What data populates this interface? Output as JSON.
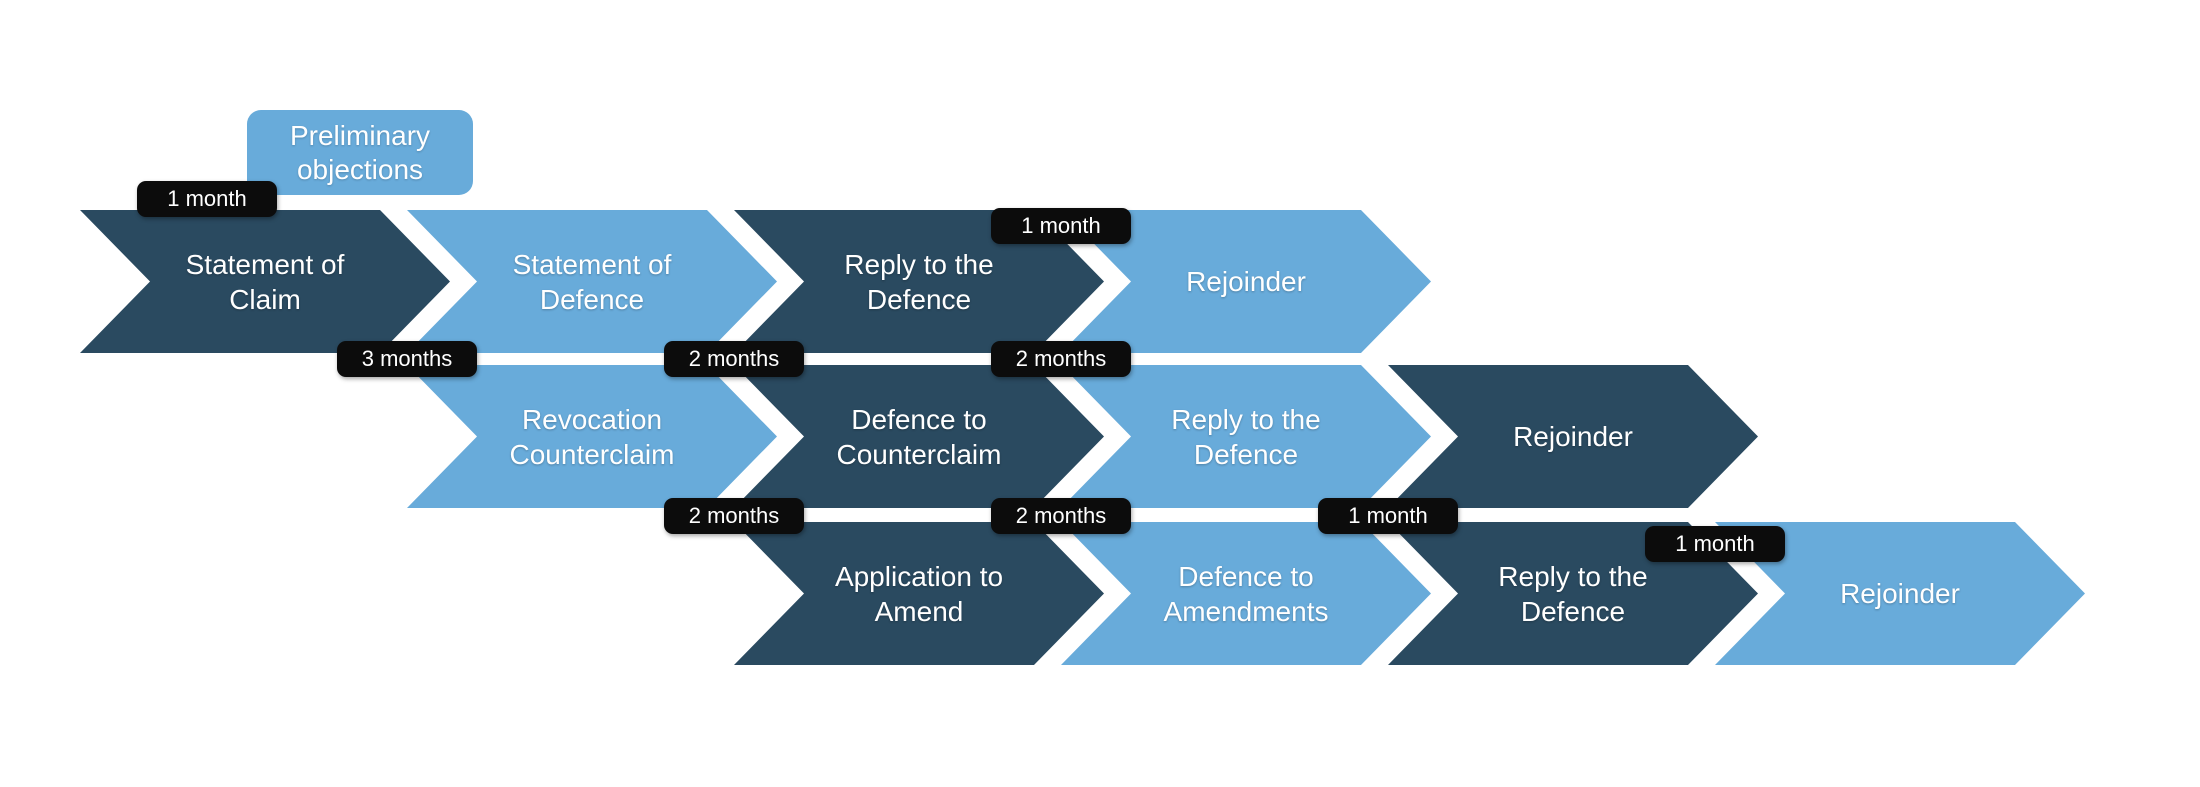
{
  "colors": {
    "dark_arrow": "#2A4A60",
    "light_arrow": "#68ABDA",
    "badge_background": "#0C0C0C",
    "text": "#FFFFFF",
    "page_background": "#FFFFFF"
  },
  "callout": {
    "label": "Preliminary\nobjections"
  },
  "rows": [
    {
      "name": "claim-track",
      "arrows": [
        {
          "label": "Statement of\nClaim",
          "tone": "dark"
        },
        {
          "label": "Statement of\nDefence",
          "tone": "light"
        },
        {
          "label": "Reply to the\nDefence",
          "tone": "dark"
        },
        {
          "label": "Rejoinder",
          "tone": "light"
        }
      ]
    },
    {
      "name": "counterclaim-track",
      "arrows": [
        {
          "label": "Revocation\nCounterclaim",
          "tone": "light"
        },
        {
          "label": "Defence to\nCounterclaim",
          "tone": "dark"
        },
        {
          "label": "Reply to the\nDefence",
          "tone": "light"
        },
        {
          "label": "Rejoinder",
          "tone": "dark"
        }
      ]
    },
    {
      "name": "amendment-track",
      "arrows": [
        {
          "label": "Application to\nAmend",
          "tone": "dark"
        },
        {
          "label": "Defence to\nAmendments",
          "tone": "light"
        },
        {
          "label": "Reply to the\nDefence",
          "tone": "dark"
        },
        {
          "label": "Rejoinder",
          "tone": "light"
        }
      ]
    }
  ],
  "badges": [
    {
      "label": "1 month",
      "position": "above Statement of Claim"
    },
    {
      "label": "1 month",
      "position": "row 1, at start of Rejoinder"
    },
    {
      "label": "3 months",
      "position": "between rows 1-2, at Revocation Counterclaim"
    },
    {
      "label": "2 months",
      "position": "between rows 1-2, at Defence to Counterclaim"
    },
    {
      "label": "2 months",
      "position": "between rows 1-2, at Reply to the Defence"
    },
    {
      "label": "2 months",
      "position": "between rows 2-3, at Application to Amend"
    },
    {
      "label": "2 months",
      "position": "between rows 2-3, at Defence to Amendments"
    },
    {
      "label": "1 month",
      "position": "between rows 2-3, at Reply to the Defence"
    },
    {
      "label": "1 month",
      "position": "row 3, at start of Rejoinder"
    }
  ]
}
